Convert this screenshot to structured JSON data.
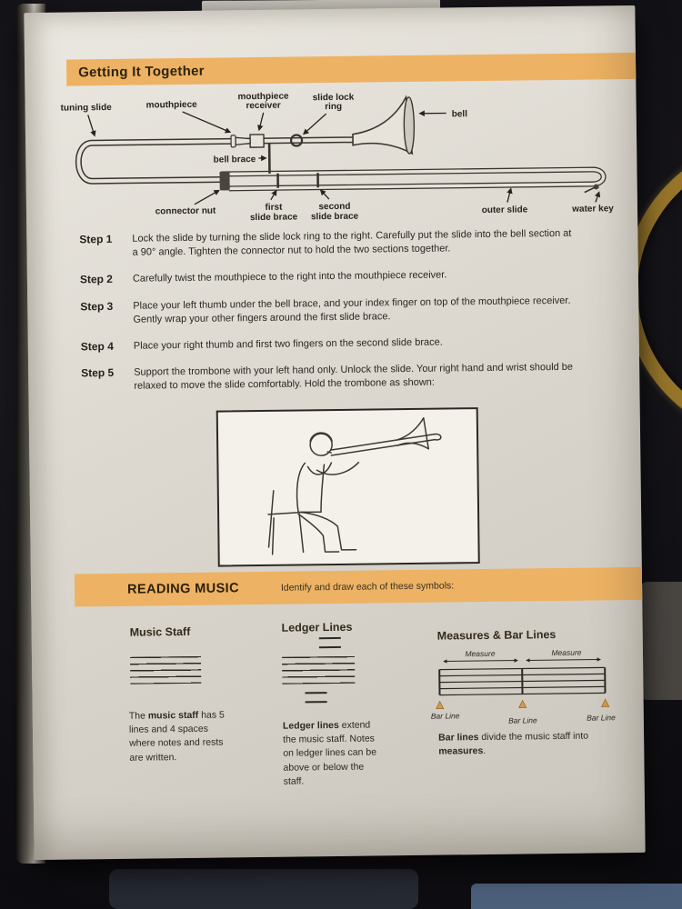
{
  "header": {
    "title": "Getting It Together"
  },
  "diagram": {
    "labels": {
      "tuning_slide": "tuning slide",
      "mouthpiece": "mouthpiece",
      "mouthpiece_receiver": [
        "mouthpiece",
        "receiver"
      ],
      "slide_lock_ring": [
        "slide lock",
        "ring"
      ],
      "bell": "bell",
      "bell_brace": "bell brace",
      "connector_nut": "connector nut",
      "first_slide_brace": [
        "first",
        "slide brace"
      ],
      "second_slide_brace": [
        "second",
        "slide brace"
      ],
      "outer_slide": "outer slide",
      "water_key": "water key"
    }
  },
  "steps": [
    {
      "label": "Step 1",
      "text": "Lock the slide by turning the slide lock ring to the right.  Carefully put the slide into the bell section at a 90° angle.  Tighten the connector nut to hold the two sections together."
    },
    {
      "label": "Step 2",
      "text": "Carefully twist the mouthpiece to the right into the mouthpiece receiver."
    },
    {
      "label": "Step 3",
      "text": "Place your left thumb under the bell brace, and your index finger on top of the mouthpiece receiver.  Gently wrap your other fingers around the first slide brace."
    },
    {
      "label": "Step 4",
      "text": "Place your right thumb and first two fingers on the second slide brace."
    },
    {
      "label": "Step 5",
      "text": "Support the trombone with your left hand only.  Unlock the slide.  Your right hand and wrist should be relaxed to move the slide comfortably.  Hold the trombone as shown:"
    }
  ],
  "reading": {
    "title": "READING MUSIC",
    "subtitle": "Identify and draw each of these symbols:",
    "music_staff": {
      "heading": "Music Staff",
      "body": [
        {
          "t": "The ",
          "b": false
        },
        {
          "t": "music staff",
          "b": true
        },
        {
          "t": " has 5 lines and 4 spaces where notes and rests are written.",
          "b": false
        }
      ]
    },
    "ledger": {
      "heading": "Ledger Lines",
      "body": [
        {
          "t": "Ledger lines",
          "b": true
        },
        {
          "t": " extend the music staff.  Notes on ledger lines can be above or below the staff.",
          "b": false
        }
      ]
    },
    "measures": {
      "heading": "Measures & Bar Lines",
      "measure_label": "Measure",
      "bar_line_label": "Bar Line",
      "body": [
        {
          "t": "Bar lines",
          "b": true
        },
        {
          "t": " divide the music staff into ",
          "b": false
        },
        {
          "t": "measures",
          "b": true
        },
        {
          "t": ".",
          "b": false
        }
      ]
    }
  },
  "colors": {
    "accent_orange": "#edb263",
    "bar_line_marker_tan": "#d49a4e",
    "page_paper": "#ddd9d1",
    "ink": "#29251f",
    "brass": "#96752a"
  }
}
